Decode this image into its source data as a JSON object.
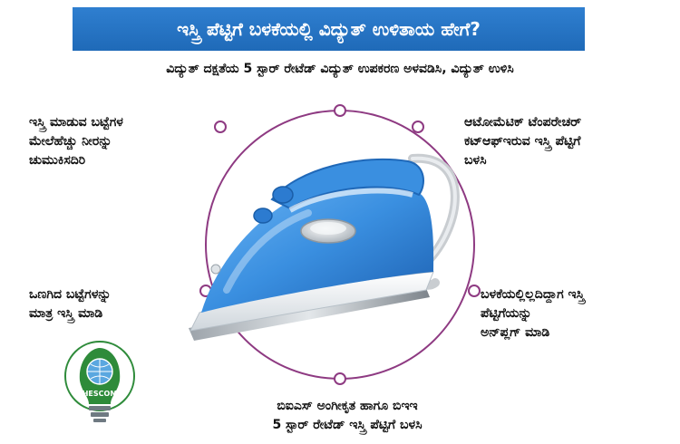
{
  "header": {
    "title": "ಇಸ್ತ್ರಿ ಪೆಟ್ಟಿಗೆ ಬಳಕೆಯಲ್ಲಿ ವಿದ್ಯುತ್ ಉಳಿತಾಯ ಹೇಗೆ?",
    "subtitle": "ವಿದ್ಯುತ್ ದಕ್ಷತೆಯ 5 ಸ್ಟಾರ್ ರೇಟೆಡ್ ವಿದ್ಯುತ್ ಉಪಕರಣ ಅಳವಡಿಸಿ, ವಿದ್ಯುತ್ ಉಳಿಸಿ"
  },
  "tips": {
    "top_left": "ಇಸ್ತ್ರಿ ಮಾಡುವ ಬಟ್ಟೆಗಳ\nಮೇಲೆಹೆಚ್ಚು ನೀರನ್ನು\nಚುಮುಕಿಸದಿರಿ",
    "top_right": "ಆಟೋಮೆಟಿಕ್ ಟೆಂಪರೇಚರ್\nಕಟ್‌ಆಫ್‌ಇರುವ ಇಸ್ತ್ರಿ ಪೆಟ್ಟಿಗೆ\nಬಳಸಿ",
    "middle_left": "ಒಣಗಿದ ಬಟ್ಟೆಗಳನ್ನು\nಮಾತ್ರ ಇಸ್ತ್ರಿ ಮಾಡಿ",
    "middle_right": "ಬಳಕೆಯಲ್ಲಿಲ್ಲದಿದ್ದಾಗ ಇಸ್ತ್ರಿ\nಪೆಟ್ಟಿಗೆಯನ್ನು\nಅನ್‌ಪ್ಲಗ್ ಮಾಡಿ",
    "bottom": "ಬಿಐಎಸ್ ಅಂಗೀಕೃತ ಹಾಗೂ ಬಿಇಇ\n5 ಸ್ಟಾರ್ ರೇಟೆಡ್ ಇಸ್ತ್ರಿ ಪೆಟ್ಟಿಗೆ ಬಳಸಿ"
  },
  "logo": {
    "name": "HESCOM",
    "icon": "lightbulb-globe-icon"
  },
  "colors": {
    "banner_blue": "#2272c3",
    "circle_purple": "#8e3a82",
    "iron_blue": "#3a8fe0",
    "logo_green": "#2e8b3a"
  }
}
